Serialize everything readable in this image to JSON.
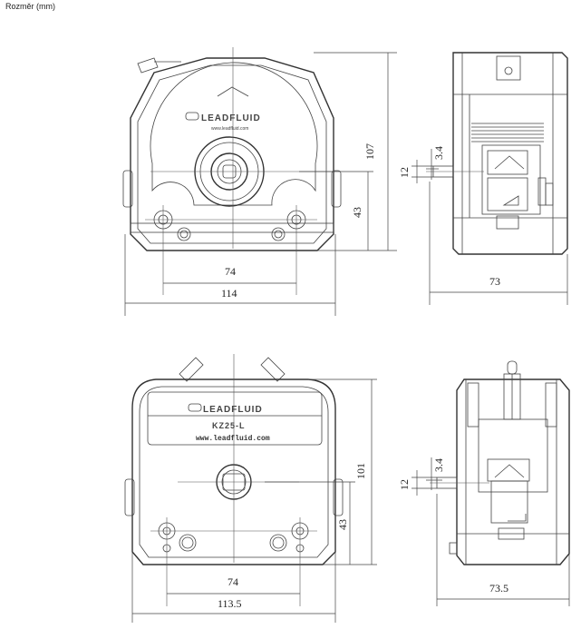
{
  "caption": "Rozměr (mm)",
  "brand": "LEADFLUID",
  "url_small": "www.leadfluid.com",
  "url_large": "www.leadfluid.com",
  "model": "KZ25-L",
  "dimensions": {
    "top_front_height": "107",
    "top_front_mount_height": "43",
    "top_front_hole_spacing": "74",
    "top_front_width": "114",
    "top_side_depth": "73",
    "top_side_shaft_diameter": "12",
    "top_side_shaft_flat": "3.4",
    "bottom_front_height": "101",
    "bottom_front_mount_height": "43",
    "bottom_front_hole_spacing": "74",
    "bottom_front_width": "113.5",
    "bottom_side_depth": "73.5",
    "bottom_side_shaft_diameter": "12",
    "bottom_side_shaft_flat": "3.4"
  }
}
